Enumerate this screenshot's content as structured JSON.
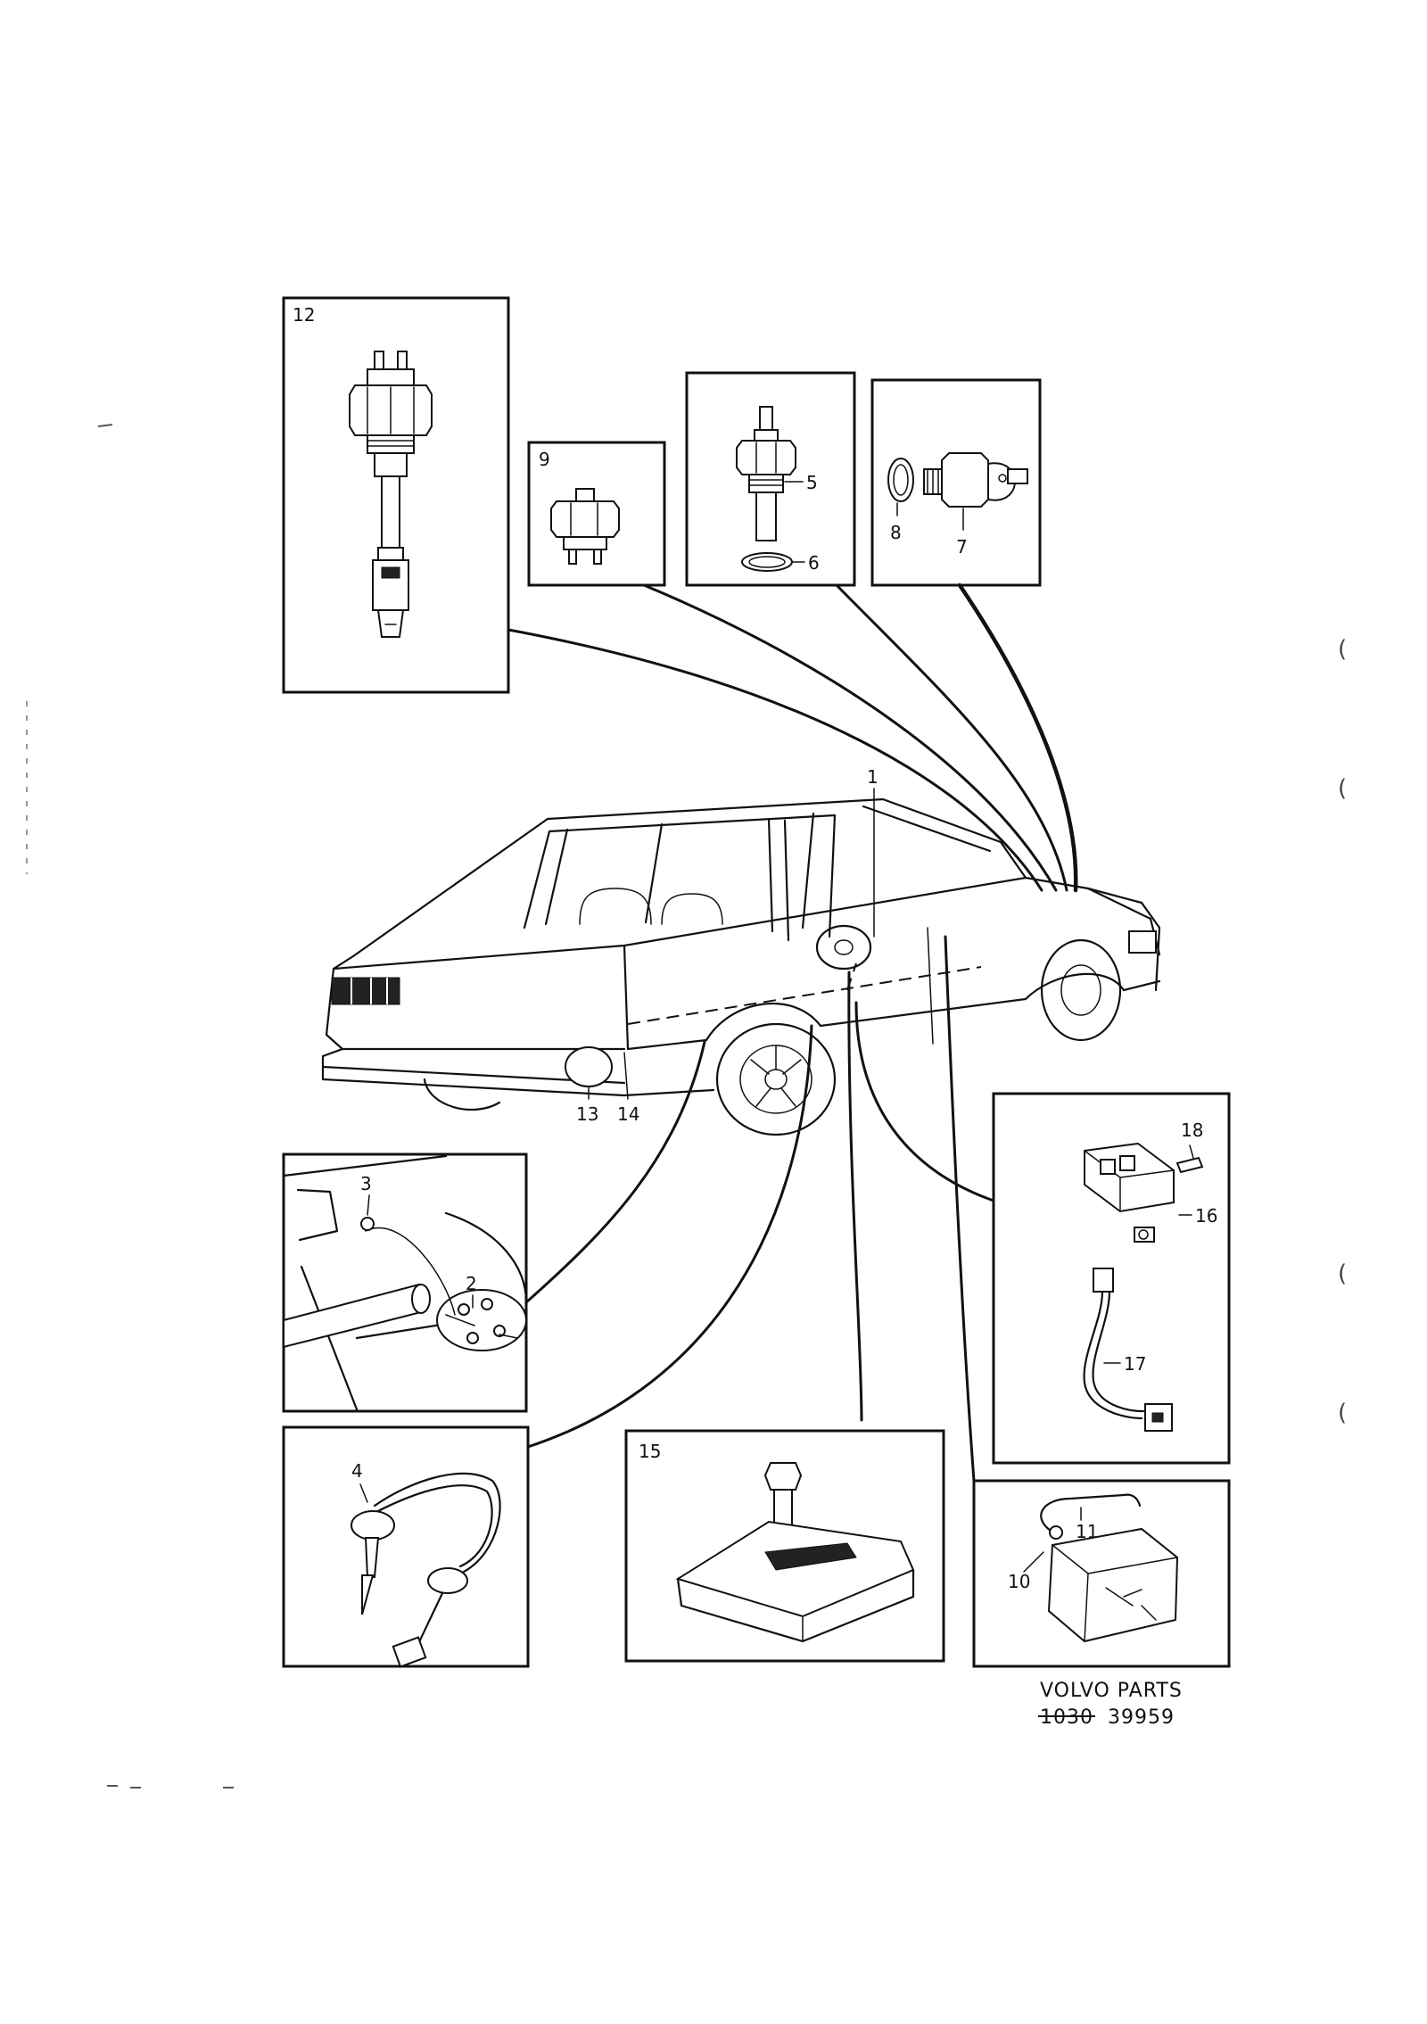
{
  "footer": {
    "brand": "VOLVO PARTS",
    "struck_code": "1030",
    "drawing_number": "39959"
  },
  "callouts": {
    "c1": "1",
    "c2": "2",
    "c3": "3",
    "c4": "4",
    "c5": "5",
    "c6": "6",
    "c7": "7",
    "c8": "8",
    "c9": "9",
    "c10": "10",
    "c11": "11",
    "c12": "12",
    "c13": "13",
    "c14": "14",
    "c15": "15",
    "c16": "16",
    "c17": "17",
    "c18": "18"
  },
  "margin_marks": [
    "(",
    "(",
    "(",
    "("
  ]
}
